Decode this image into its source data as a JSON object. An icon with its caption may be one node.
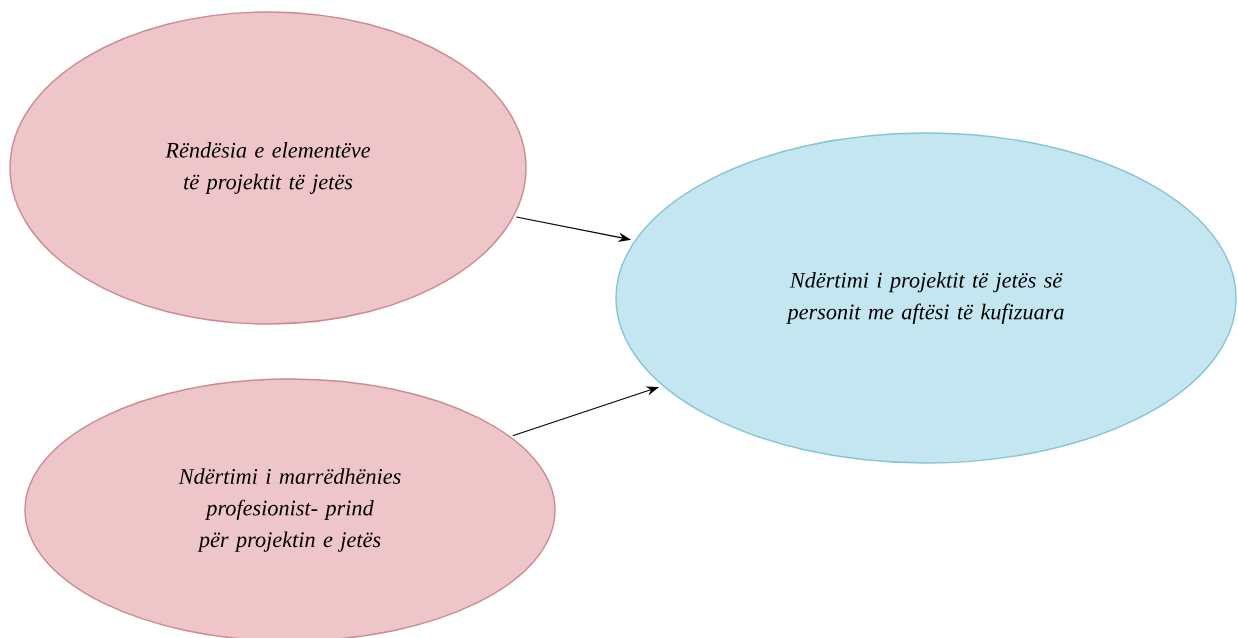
{
  "diagram": {
    "nodes": [
      {
        "text": [
          "Rëndësia e elementëve të projektit të jetës"
        ]
      },
      {
        "text": [
          "Ndërtimi i projektit të jetës së personit me aftësi të kufizuara"
        ]
      },
      {
        "text": [
          "Ndërtimi i marrëdhënies profesionist- prind për projektin e jetës"
        ]
      }
    ],
    "edges": [
      {
        "from": 0,
        "to": 1,
        "arrow": "to"
      },
      {
        "from": 2,
        "to": 1,
        "arrow": "to"
      }
    ]
  }
}
